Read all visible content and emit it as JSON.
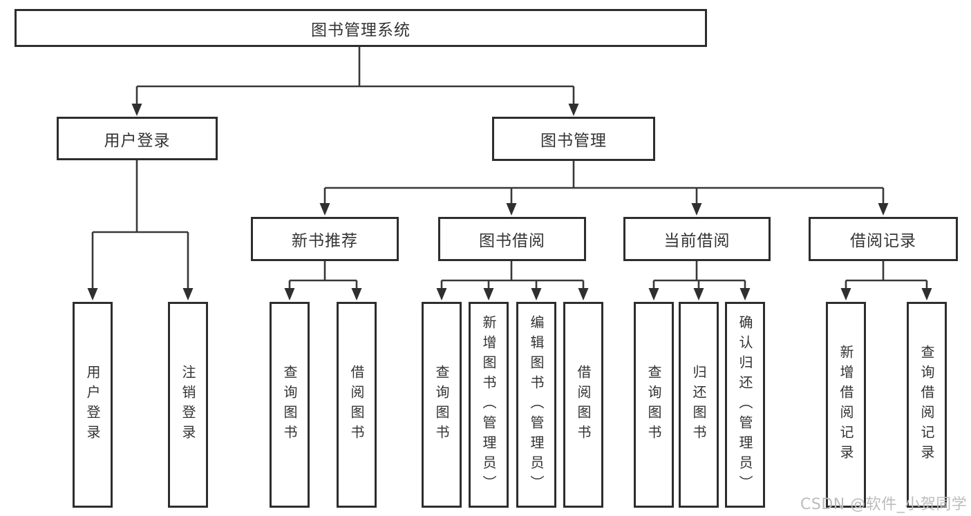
{
  "diagram": {
    "title": "图书管理系统",
    "root": {
      "label": "图书管理系统"
    },
    "branches": [
      {
        "label": "用户登录",
        "children": [
          {
            "label": "用户登录"
          },
          {
            "label": "注销登录"
          }
        ]
      },
      {
        "label": "图书管理",
        "children": [
          {
            "label": "新书推荐",
            "children": [
              {
                "label": "查询图书"
              },
              {
                "label": "借阅图书"
              }
            ]
          },
          {
            "label": "图书借阅",
            "children": [
              {
                "label": "查询图书"
              },
              {
                "label": "新增图书（管理员）"
              },
              {
                "label": "编辑图书（管理员）"
              },
              {
                "label": "借阅图书"
              }
            ]
          },
          {
            "label": "当前借阅",
            "children": [
              {
                "label": "查询图书"
              },
              {
                "label": "归还图书"
              },
              {
                "label": "确认归还（管理员）"
              }
            ]
          },
          {
            "label": "借阅记录",
            "children": [
              {
                "label": "新增借阅记录"
              },
              {
                "label": "查询借阅记录"
              }
            ]
          }
        ]
      }
    ]
  },
  "watermark": "CSDN @软件_小贺同学",
  "colors": {
    "line": "#383838",
    "border": "#2d2d2d",
    "text": "#333333",
    "watermark": "#bcbcbc",
    "background": "#ffffff"
  }
}
